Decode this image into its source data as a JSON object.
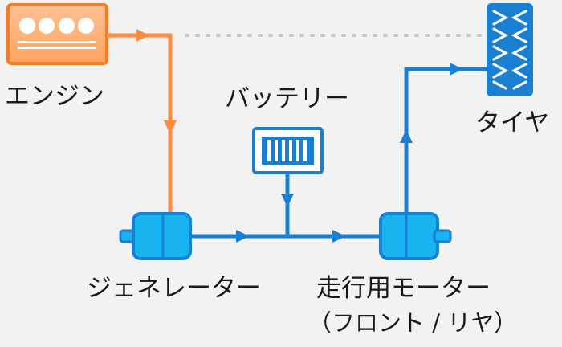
{
  "labels": {
    "engine": "エンジン",
    "battery": "バッテリー",
    "generator": "ジェネレーター",
    "motor_line1": "走行用モーター",
    "motor_line2": "（フロント / リヤ）",
    "tire": "タイヤ"
  },
  "colors": {
    "background": "#f2f2f2",
    "engine_fill": "#ffb27a",
    "engine_stroke": "#f47c28",
    "engine_flow": "#ff8a3d",
    "electric_flow": "#1a7fd1",
    "component_fill": "#17b4f0",
    "component_stroke": "#1a7fd1",
    "dotted_link": "#c6c6c6",
    "text": "#1a1a1a"
  },
  "icons": {
    "engine": "engine-icon",
    "battery": "battery-icon",
    "generator": "generator-icon",
    "motor": "motor-icon",
    "tire": "tire-icon"
  }
}
